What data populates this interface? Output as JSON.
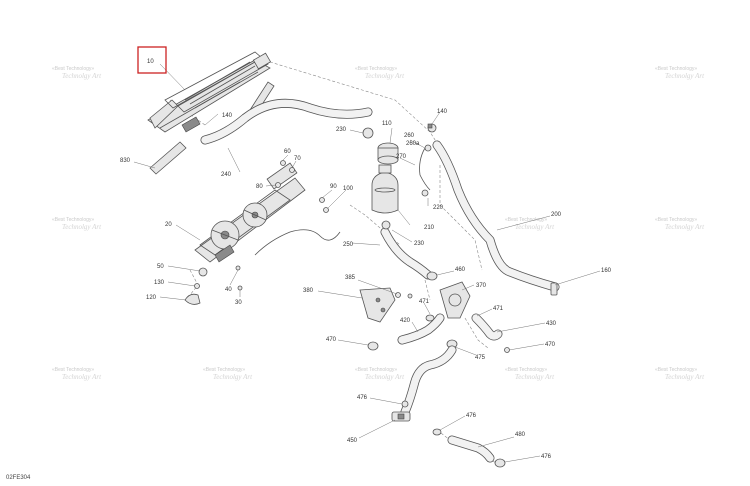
{
  "diagram_code": "02FE304",
  "highlight_color": "#cc2222",
  "watermark": {
    "line1": "«Best Technology»",
    "line2": "Technolgy Art"
  },
  "callouts": [
    {
      "id": "10",
      "label": "10",
      "highlighted": true
    },
    {
      "id": "20",
      "label": "20"
    },
    {
      "id": "30",
      "label": "30"
    },
    {
      "id": "40",
      "label": "40"
    },
    {
      "id": "50",
      "label": "50"
    },
    {
      "id": "60",
      "label": "60"
    },
    {
      "id": "70",
      "label": "70"
    },
    {
      "id": "80",
      "label": "80"
    },
    {
      "id": "90",
      "label": "90"
    },
    {
      "id": "100",
      "label": "100"
    },
    {
      "id": "110",
      "label": "110"
    },
    {
      "id": "120",
      "label": "120"
    },
    {
      "id": "130",
      "label": "130"
    },
    {
      "id": "140a",
      "label": "140"
    },
    {
      "id": "140b",
      "label": "140"
    },
    {
      "id": "160",
      "label": "160"
    },
    {
      "id": "200",
      "label": "200"
    },
    {
      "id": "210",
      "label": "210"
    },
    {
      "id": "220",
      "label": "220"
    },
    {
      "id": "230a",
      "label": "230"
    },
    {
      "id": "230b",
      "label": "230"
    },
    {
      "id": "240",
      "label": "240"
    },
    {
      "id": "250",
      "label": "250"
    },
    {
      "id": "260",
      "label": "260"
    },
    {
      "id": "260a",
      "label": "260a"
    },
    {
      "id": "270",
      "label": "270"
    },
    {
      "id": "370",
      "label": "370"
    },
    {
      "id": "380",
      "label": "380"
    },
    {
      "id": "385",
      "label": "385"
    },
    {
      "id": "420",
      "label": "420"
    },
    {
      "id": "430",
      "label": "430"
    },
    {
      "id": "450",
      "label": "450"
    },
    {
      "id": "460",
      "label": "460"
    },
    {
      "id": "470a",
      "label": "470"
    },
    {
      "id": "470b",
      "label": "470"
    },
    {
      "id": "471a",
      "label": "471"
    },
    {
      "id": "471b",
      "label": "471"
    },
    {
      "id": "475",
      "label": "475"
    },
    {
      "id": "476a",
      "label": "476"
    },
    {
      "id": "476b",
      "label": "476"
    },
    {
      "id": "476c",
      "label": "476"
    },
    {
      "id": "480",
      "label": "480"
    },
    {
      "id": "830",
      "label": "830"
    }
  ]
}
